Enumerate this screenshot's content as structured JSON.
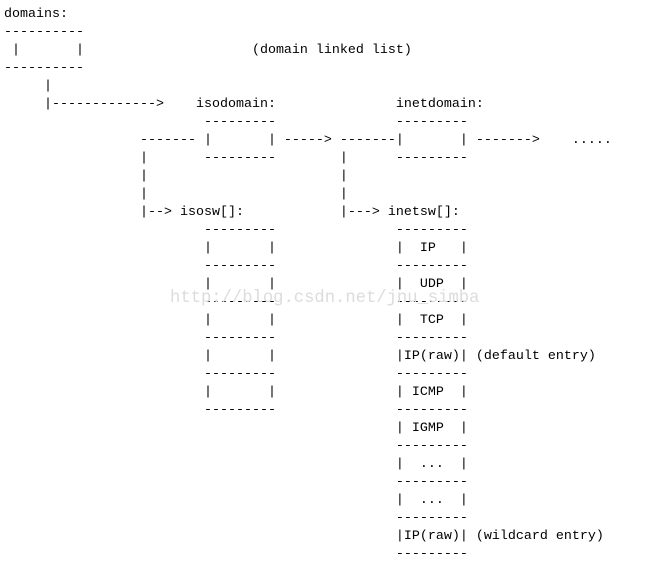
{
  "page": {
    "background": "#ffffff",
    "text_color": "#000000"
  },
  "watermark": {
    "text": "http://blog.csdn.net/jnu_simba",
    "color": "#dcdcdc"
  },
  "semantics": {
    "head_label": "domains:",
    "note": "(domain linked list)",
    "domain_nodes": [
      {
        "label": "isodomain:",
        "switch_table": "isosw[]:"
      },
      {
        "label": "inetdomain:",
        "switch_table": "inetsw[]:"
      }
    ],
    "continuation_dots": ".....",
    "isosw_cells": [
      "",
      "",
      "",
      "",
      ""
    ],
    "inetsw_cells": [
      "IP",
      "UDP",
      "TCP",
      "IP(raw)",
      "ICMP",
      "IGMP",
      "...",
      "...",
      "IP(raw)"
    ],
    "inetsw_annotations": [
      {
        "cell_index": 3,
        "text": "(default entry)"
      },
      {
        "cell_index": 8,
        "text": "(wildcard entry)"
      }
    ]
  },
  "diagram": {
    "lines": [
      [
        [
          0,
          "domains:"
        ]
      ],
      [
        [
          0,
          "----------"
        ]
      ],
      [
        [
          1,
          "|"
        ],
        [
          9,
          "|"
        ],
        [
          31,
          "(domain linked list)"
        ]
      ],
      [
        [
          0,
          "----------"
        ]
      ],
      [
        [
          5,
          "|"
        ]
      ],
      [
        [
          5,
          "|------------->"
        ],
        [
          24,
          "isodomain:"
        ],
        [
          49,
          "inetdomain:"
        ]
      ],
      [
        [
          25,
          "---------"
        ],
        [
          49,
          "---------"
        ]
      ],
      [
        [
          17,
          "-------"
        ],
        [
          25,
          "|"
        ],
        [
          33,
          "|"
        ],
        [
          35,
          "----->"
        ],
        [
          42,
          "-------|"
        ],
        [
          57,
          "|"
        ],
        [
          59,
          "------->"
        ],
        [
          71,
          "....."
        ]
      ],
      [
        [
          17,
          "|"
        ],
        [
          25,
          "---------"
        ],
        [
          42,
          "|"
        ],
        [
          49,
          "---------"
        ]
      ],
      [
        [
          17,
          "|"
        ],
        [
          42,
          "|"
        ]
      ],
      [
        [
          17,
          "|"
        ],
        [
          42,
          "|"
        ]
      ],
      [
        [
          17,
          "|--> isosw[]:"
        ],
        [
          42,
          "|---> inetsw[]:"
        ]
      ],
      [
        [
          25,
          "---------"
        ],
        [
          49,
          "---------"
        ]
      ],
      [
        [
          25,
          "|"
        ],
        [
          33,
          "|"
        ],
        [
          49,
          "|"
        ],
        [
          52,
          "IP"
        ],
        [
          57,
          "|"
        ]
      ],
      [
        [
          25,
          "---------"
        ],
        [
          49,
          "---------"
        ]
      ],
      [
        [
          25,
          "|"
        ],
        [
          33,
          "|"
        ],
        [
          49,
          "|"
        ],
        [
          52,
          "UDP"
        ],
        [
          57,
          "|"
        ]
      ],
      [
        [
          25,
          "---------"
        ],
        [
          49,
          "---------"
        ]
      ],
      [
        [
          25,
          "|"
        ],
        [
          33,
          "|"
        ],
        [
          49,
          "|"
        ],
        [
          52,
          "TCP"
        ],
        [
          57,
          "|"
        ]
      ],
      [
        [
          25,
          "---------"
        ],
        [
          49,
          "---------"
        ]
      ],
      [
        [
          25,
          "|"
        ],
        [
          33,
          "|"
        ],
        [
          49,
          "|IP(raw)|"
        ],
        [
          59,
          "(default entry)"
        ]
      ],
      [
        [
          25,
          "---------"
        ],
        [
          49,
          "---------"
        ]
      ],
      [
        [
          25,
          "|"
        ],
        [
          33,
          "|"
        ],
        [
          49,
          "|"
        ],
        [
          51,
          "ICMP"
        ],
        [
          57,
          "|"
        ]
      ],
      [
        [
          25,
          "---------"
        ],
        [
          49,
          "---------"
        ]
      ],
      [
        [
          49,
          "|"
        ],
        [
          51,
          "IGMP"
        ],
        [
          57,
          "|"
        ]
      ],
      [
        [
          49,
          "---------"
        ]
      ],
      [
        [
          49,
          "|"
        ],
        [
          52,
          "..."
        ],
        [
          57,
          "|"
        ]
      ],
      [
        [
          49,
          "---------"
        ]
      ],
      [
        [
          49,
          "|"
        ],
        [
          52,
          "..."
        ],
        [
          57,
          "|"
        ]
      ],
      [
        [
          49,
          "---------"
        ]
      ],
      [
        [
          49,
          "|IP(raw)|"
        ],
        [
          59,
          "(wildcard entry)"
        ]
      ],
      [
        [
          49,
          "---------"
        ]
      ]
    ]
  }
}
